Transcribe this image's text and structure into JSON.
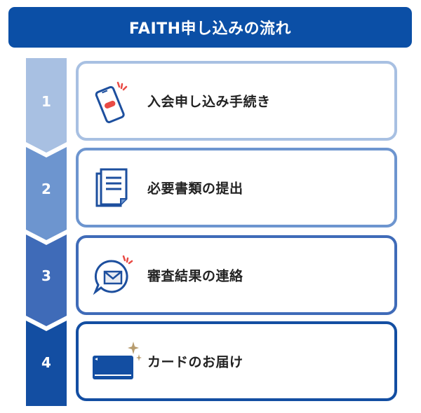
{
  "header": {
    "title": "FAITH申し込みの流れ"
  },
  "colors": {
    "header": "#0b4fa6",
    "step1": "#a8c0e2",
    "step2": "#6d95cf",
    "step3": "#3f6bb8",
    "step4": "#134ea2",
    "accent_red": "#e94b45",
    "sparkle": "#b79c6e"
  },
  "steps": [
    {
      "number": "1",
      "label": "入会申し込み手続き",
      "icon": "smartphone-icon"
    },
    {
      "number": "2",
      "label": "必要書類の提出",
      "icon": "document-icon"
    },
    {
      "number": "3",
      "label": "審査結果の連絡",
      "icon": "mail-notification-icon"
    },
    {
      "number": "4",
      "label": "カードのお届け",
      "icon": "credit-card-icon"
    }
  ]
}
